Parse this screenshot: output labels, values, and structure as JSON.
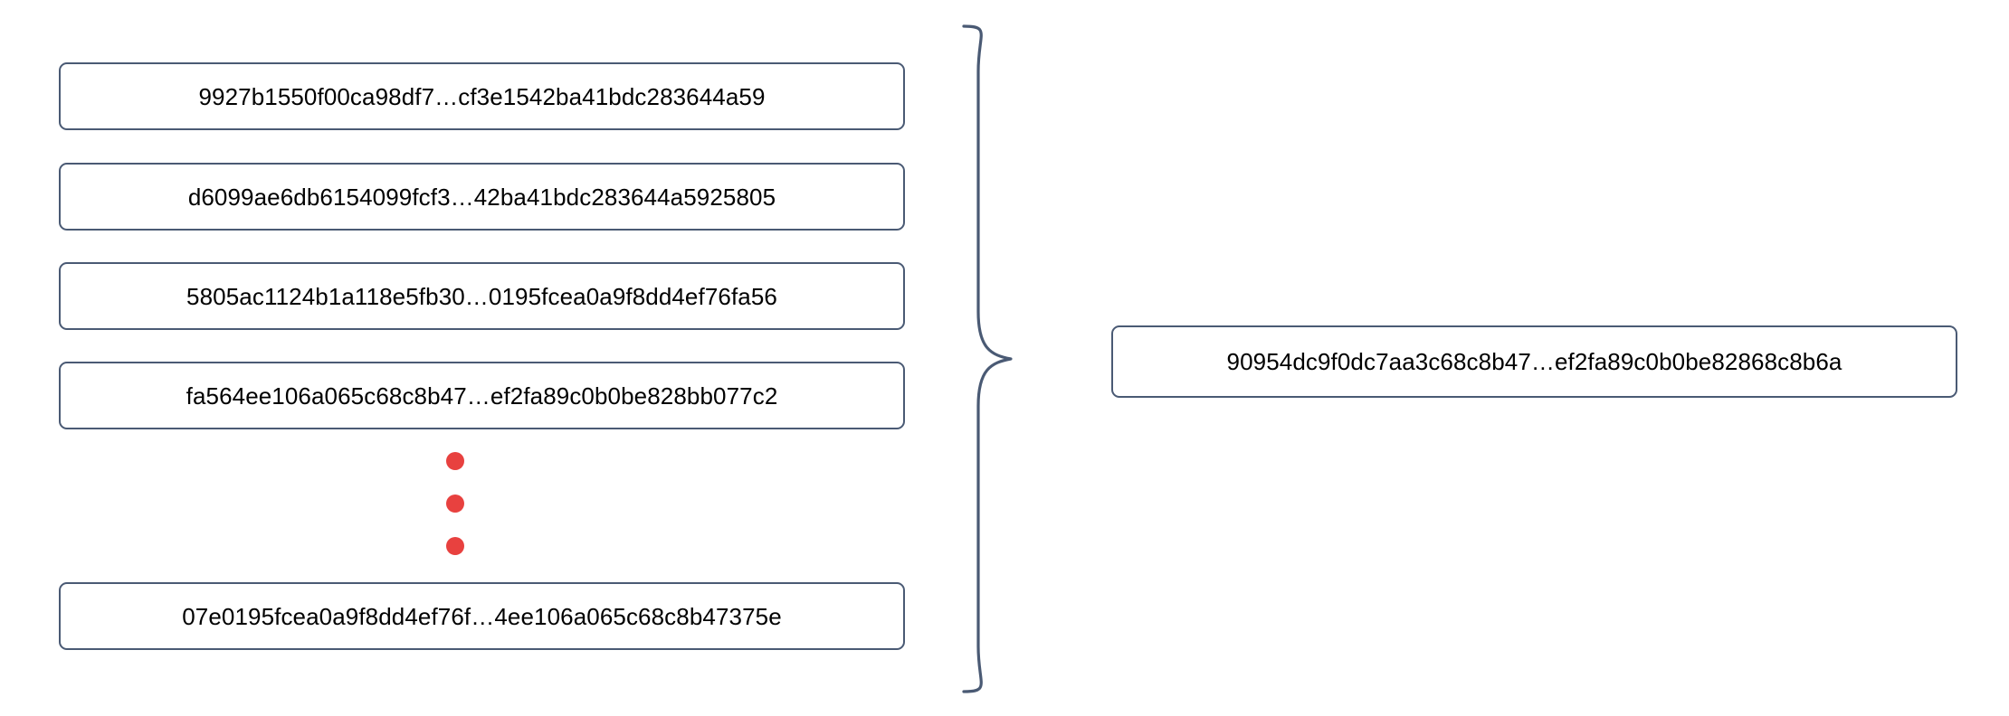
{
  "diagram": {
    "type": "hash-aggregation",
    "title": "",
    "colors": {
      "box_border": "#4a5a74",
      "box_fill": "#ffffff",
      "text": "#000000",
      "dot": "#e8413f",
      "brace": "#4a5a74",
      "background": "#ffffff"
    },
    "inputs": {
      "label": "input-hash-list",
      "items": [
        {
          "hash": "9927b1550f00ca98df7…cf3e1542ba41bdc283644a59"
        },
        {
          "hash": "d6099ae6db6154099fcf3…42ba41bdc283644a5925805"
        },
        {
          "hash": "5805ac1124b1a118e5fb30…0195fcea0a9f8dd4ef76fa56"
        },
        {
          "hash": "fa564ee106a065c68c8b47…ef2fa89c0b0be828bb077c2"
        },
        {
          "hash": "07e0195fcea0a9f8dd4ef76f…4ee106a065c68c8b47375e"
        }
      ],
      "continuation_indicator": {
        "name": "vertical-ellipsis",
        "dot_count": 3,
        "color": "#e8413f"
      }
    },
    "connector": {
      "name": "curly-brace",
      "orientation": "right-pointing",
      "color": "#4a5a74"
    },
    "output": {
      "label": "aggregated-hash",
      "hash": "90954dc9f0dc7aa3c68c8b47…ef2fa89c0b0be82868c8b6a"
    }
  }
}
